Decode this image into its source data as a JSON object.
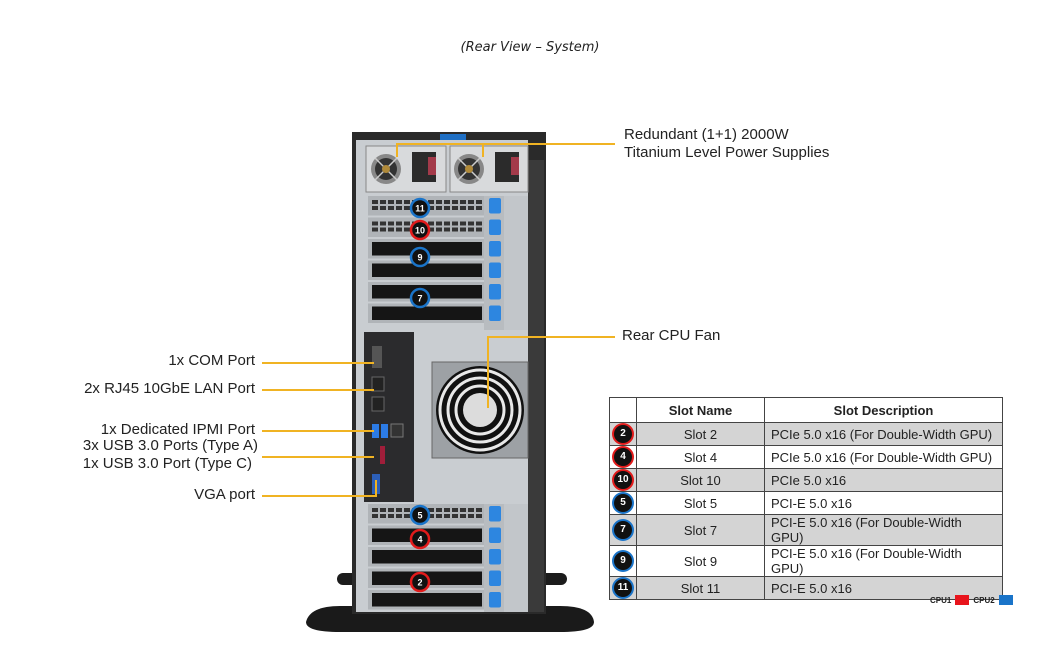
{
  "caption": "(Rear View – System)",
  "callouts": {
    "power_supplies_line1": "Redundant (1+1) 2000W",
    "power_supplies_line2": "Titanium Level Power Supplies",
    "rear_cpu_fan": "Rear CPU Fan",
    "com_port": "1x COM Port",
    "lan_port": "2x RJ45 10GbE LAN Port",
    "ipmi_port": "1x Dedicated IPMI Port",
    "usb_a": "3x USB 3.0 Ports (Type A)",
    "usb_c": "1x USB 3.0 Port (Type C)",
    "vga_port": "VGA port"
  },
  "chassis_slot_badges": [
    {
      "number": "11",
      "cpu": "CPU2"
    },
    {
      "number": "10",
      "cpu": "CPU1"
    },
    {
      "number": "9",
      "cpu": "CPU2"
    },
    {
      "number": "7",
      "cpu": "CPU2"
    },
    {
      "number": "5",
      "cpu": "CPU2"
    },
    {
      "number": "4",
      "cpu": "CPU1"
    },
    {
      "number": "2",
      "cpu": "CPU1"
    }
  ],
  "slot_table": {
    "headers": [
      "",
      "Slot Name",
      "Slot Description"
    ],
    "rows": [
      {
        "badge": "2",
        "cpu": "CPU1",
        "name": "Slot 2",
        "description": "PCIe 5.0 x16 (For Double-Width GPU)"
      },
      {
        "badge": "4",
        "cpu": "CPU1",
        "name": "Slot 4",
        "description": "PCIe 5.0 x16 (For Double-Width GPU)"
      },
      {
        "badge": "10",
        "cpu": "CPU1",
        "name": "Slot 10",
        "description": "PCIe 5.0 x16"
      },
      {
        "badge": "5",
        "cpu": "CPU2",
        "name": "Slot 5",
        "description": "PCI-E 5.0 x16"
      },
      {
        "badge": "7",
        "cpu": "CPU2",
        "name": "Slot 7",
        "description": "PCI-E 5.0 x16 (For Double-Width GPU)"
      },
      {
        "badge": "9",
        "cpu": "CPU2",
        "name": "Slot 9",
        "description": "PCI-E 5.0 x16 (For Double-Width GPU)"
      },
      {
        "badge": "11",
        "cpu": "CPU2",
        "name": "Slot 11",
        "description": "PCI-E 5.0 x16"
      }
    ]
  },
  "legend": {
    "items": [
      {
        "label": "CPU1",
        "color": "#e8141c"
      },
      {
        "label": "CPU2",
        "color": "#1a74c9"
      }
    ]
  },
  "colors": {
    "leader": "#f0b323",
    "cpu1": "#e21b1b",
    "cpu2": "#1a74c9",
    "table_shade": "#d4d4d4"
  }
}
